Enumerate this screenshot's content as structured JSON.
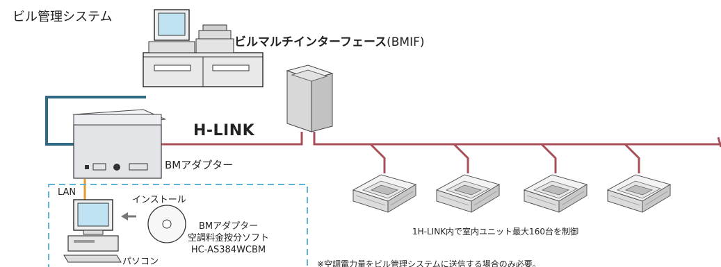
{
  "title": "ビル管理システム",
  "bmif": {
    "name": "ビルマルチインターフェース",
    "abbr": "(BMIF)"
  },
  "network": {
    "hlink": "H-LINK"
  },
  "adapter": {
    "label": "BMアダプター"
  },
  "lan": {
    "label": "LAN"
  },
  "install": {
    "label": "インストール"
  },
  "software": {
    "line1": "BMアダプター",
    "line2": "空調料金按分ソフト",
    "line3": "HC-AS384WCBM"
  },
  "pc": {
    "label": "パソコン"
  },
  "indoor": {
    "limit": "1H-LINK内で室内ユニット最大160台を制御"
  },
  "note": "※空調電力量をビル管理システムに送信する場合のみ必要。",
  "colors": {
    "hlink_line": "#a84f58",
    "bmif_line": "#2f6a85",
    "lan_line": "#e39a2a",
    "dashed_box": "#5fb4d6"
  }
}
